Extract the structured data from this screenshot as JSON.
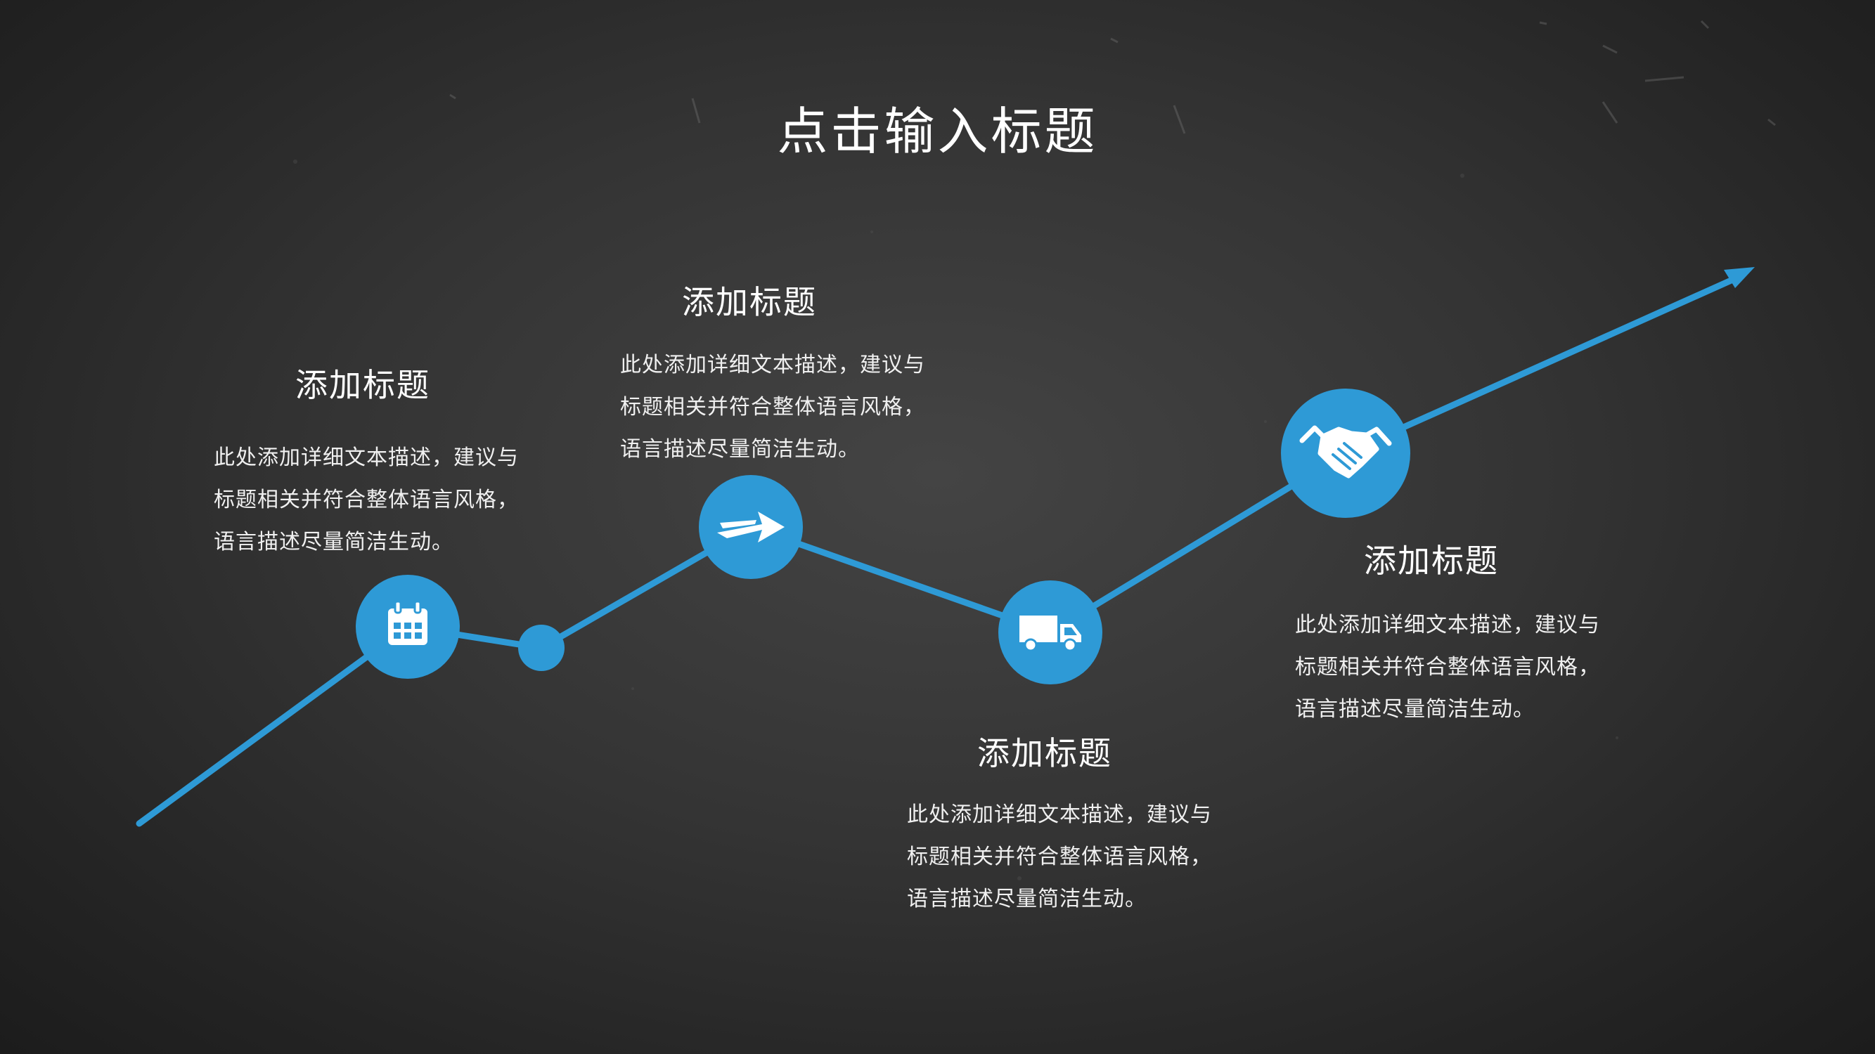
{
  "title": "点击输入标题",
  "colors": {
    "accent": "#2E9AD6",
    "background": "#333333",
    "text": "#FFFFFF"
  },
  "steps": [
    {
      "icon": "calendar-icon",
      "heading": "添加标题",
      "desc": [
        "此处添加详细文本描述，建议与",
        "标题相关并符合整体语言风格，",
        "语言描述尽量简洁生动。"
      ]
    },
    {
      "icon": "arrow-right-icon",
      "heading": "添加标题",
      "desc": [
        "此处添加详细文本描述，建议与",
        "标题相关并符合整体语言风格，",
        "语言描述尽量简洁生动。"
      ]
    },
    {
      "icon": "truck-icon",
      "heading": "添加标题",
      "desc": [
        "此处添加详细文本描述，建议与",
        "标题相关并符合整体语言风格，",
        "语言描述尽量简洁生动。"
      ]
    },
    {
      "icon": "handshake-icon",
      "heading": "添加标题",
      "desc": [
        "此处添加详细文本描述，建议与",
        "标题相关并符合整体语言风格，",
        "语言描述尽量简洁生动。"
      ]
    }
  ]
}
